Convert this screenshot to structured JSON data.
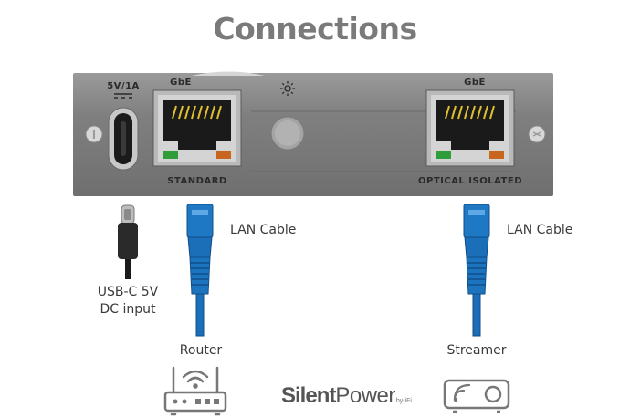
{
  "title": "Connections",
  "panel": {
    "power_label": "5V/1A",
    "port_left": {
      "top_label": "GbE",
      "bottom_label": "STANDARD"
    },
    "port_right": {
      "top_label": "GbE",
      "bottom_label": "OPTICAL ISOLATED"
    }
  },
  "usb": {
    "caption_line1": "USB-C 5V",
    "caption_line2": "DC input"
  },
  "cables": {
    "left_label": "LAN Cable",
    "right_label": "LAN Cable"
  },
  "devices": {
    "router_label": "Router",
    "streamer_label": "Streamer"
  },
  "brand": {
    "bold": "Silent",
    "regular": "Power",
    "suffix": "by-iFi"
  },
  "icons": [
    "usb-c-port-icon",
    "ethernet-port-icon",
    "led-indicator-icon",
    "usb-c-connector-icon",
    "rj45-plug-icon",
    "router-icon",
    "streamer-icon",
    "screw-icon"
  ],
  "colors": {
    "title": "#7a7a7a",
    "panel": "#7f7f7f",
    "cable": "#1a6fb8",
    "port_led_green": "#2f9e3a",
    "port_led_orange": "#c8651f"
  }
}
